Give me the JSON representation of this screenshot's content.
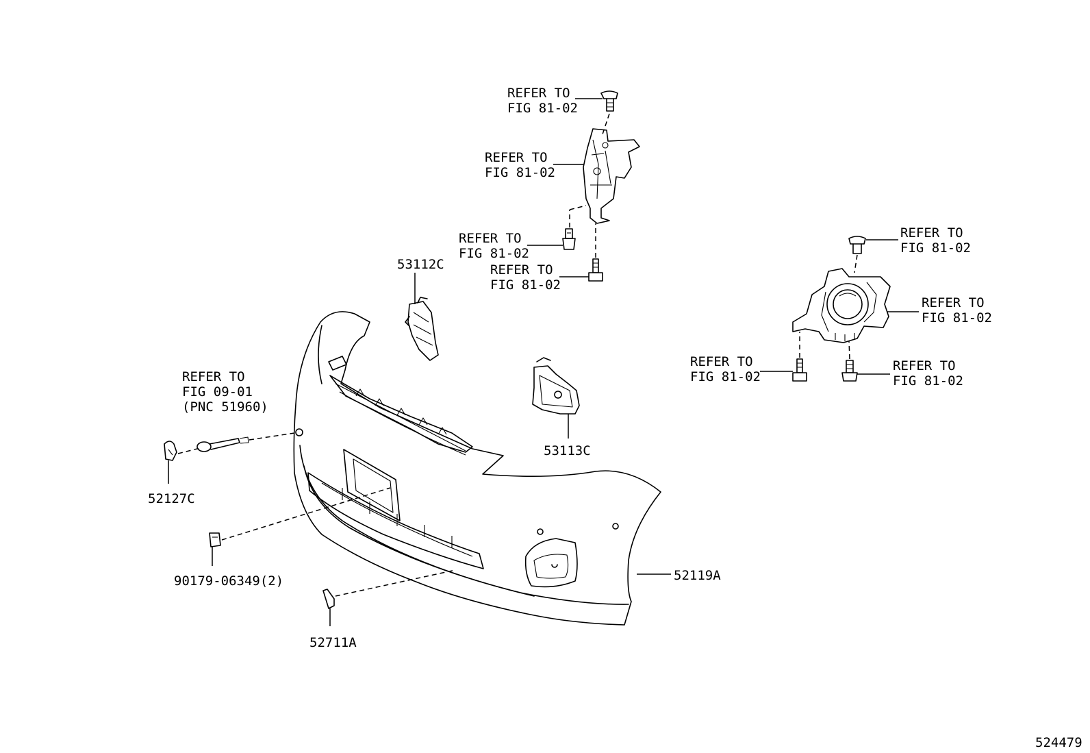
{
  "figure_code": "524479",
  "callouts": {
    "top_clip": {
      "line1": "REFER TO",
      "line2": "FIG 81-02"
    },
    "upper_bracket": {
      "line1": "REFER TO",
      "line2": "FIG 81-02"
    },
    "bracket_clip": {
      "line1": "REFER TO",
      "line2": "FIG 81-02"
    },
    "bracket_bolt": {
      "line1": "REFER TO",
      "line2": "FIG 81-02"
    },
    "foglamp_clip": {
      "line1": "REFER TO",
      "line2": "FIG 81-02"
    },
    "foglamp_unit": {
      "line1": "REFER TO",
      "line2": "FIG 81-02"
    },
    "foglamp_bolt": {
      "line1": "REFER TO",
      "line2": "FIG 81-02"
    },
    "foglamp_screw": {
      "line1": "REFER TO",
      "line2": "FIG 81-02"
    },
    "tow_hook": {
      "line1": "REFER TO",
      "line2": "FIG 09-01",
      "line3": "(PNC 51960)"
    }
  },
  "parts": {
    "retainer_upper": "53112C",
    "foglamp_cover": "53113C",
    "hook_cover": "52127C",
    "plate_nut": "90179-06349(2)",
    "bumper_cover": "52119A",
    "bumper_seal": "52711A"
  }
}
